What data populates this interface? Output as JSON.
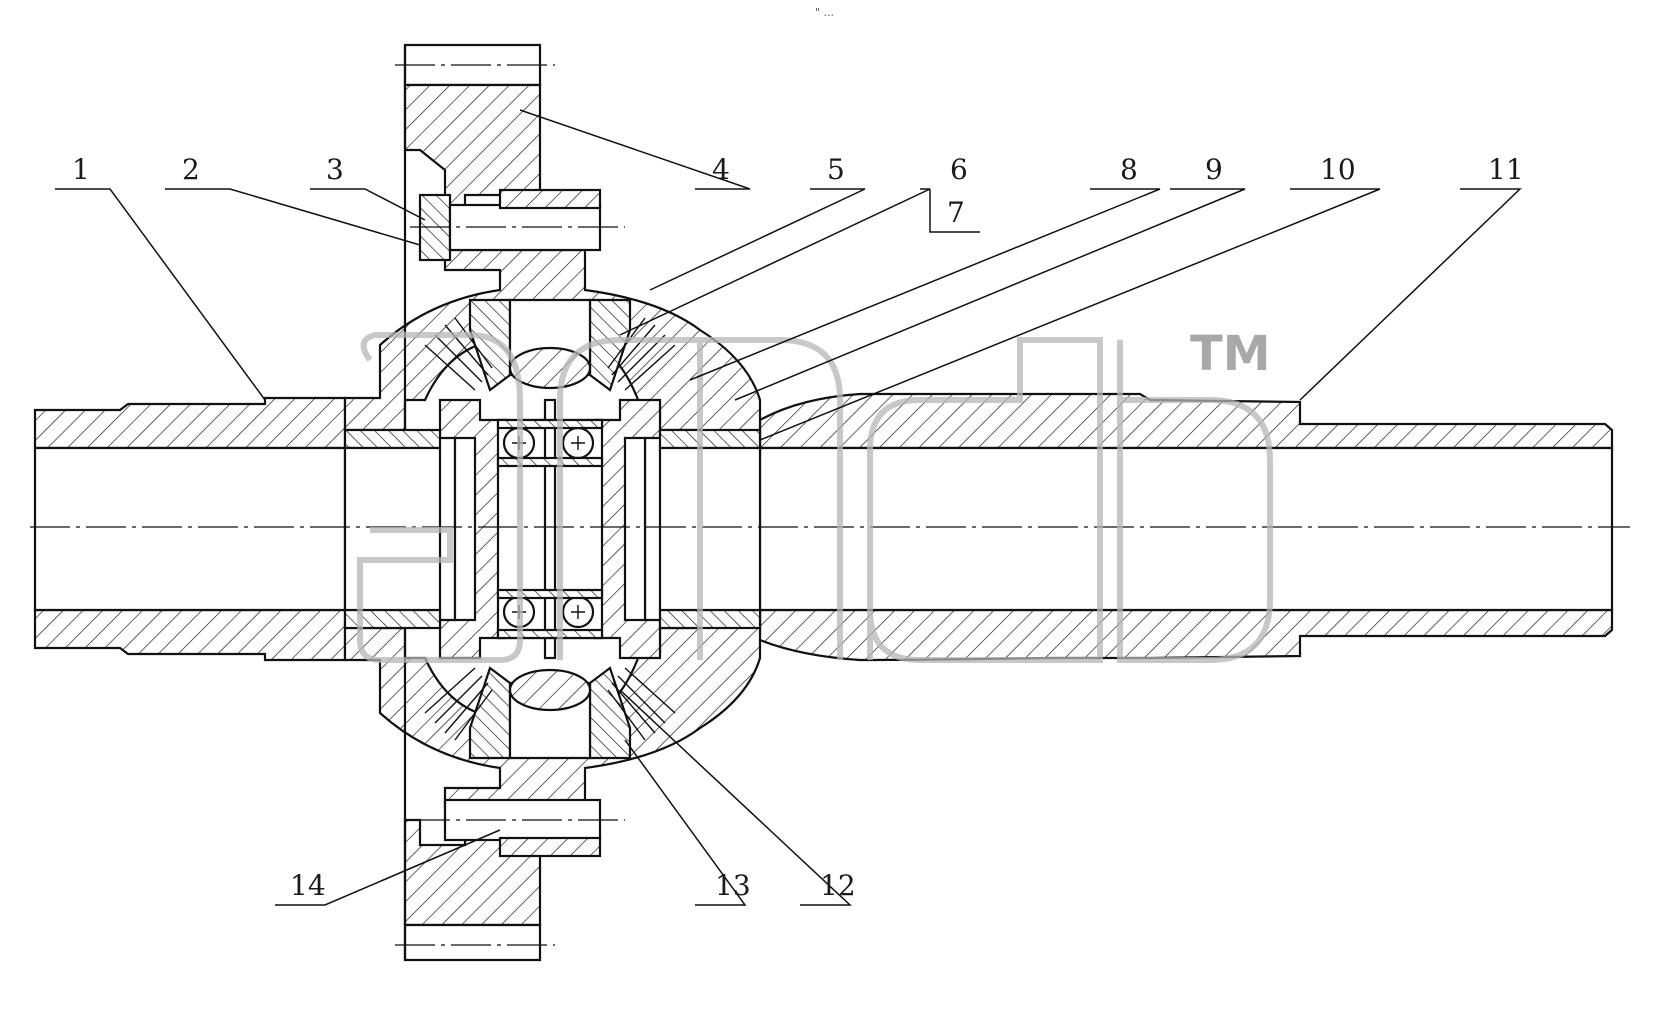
{
  "drawing": {
    "corner_mark": "\" ...",
    "callouts": [
      {
        "id": "c1",
        "label": "1"
      },
      {
        "id": "c2",
        "label": "2"
      },
      {
        "id": "c3",
        "label": "3"
      },
      {
        "id": "c4",
        "label": "4"
      },
      {
        "id": "c5",
        "label": "5"
      },
      {
        "id": "c6",
        "label": "6"
      },
      {
        "id": "c7",
        "label": "7"
      },
      {
        "id": "c8",
        "label": "8"
      },
      {
        "id": "c9",
        "label": "9"
      },
      {
        "id": "c10",
        "label": "10"
      },
      {
        "id": "c11",
        "label": "11"
      },
      {
        "id": "c12",
        "label": "12"
      },
      {
        "id": "c13",
        "label": "13"
      },
      {
        "id": "c14",
        "label": "14"
      }
    ]
  },
  "watermark": {
    "logo_text": "gпdb",
    "trademark": "TM"
  }
}
